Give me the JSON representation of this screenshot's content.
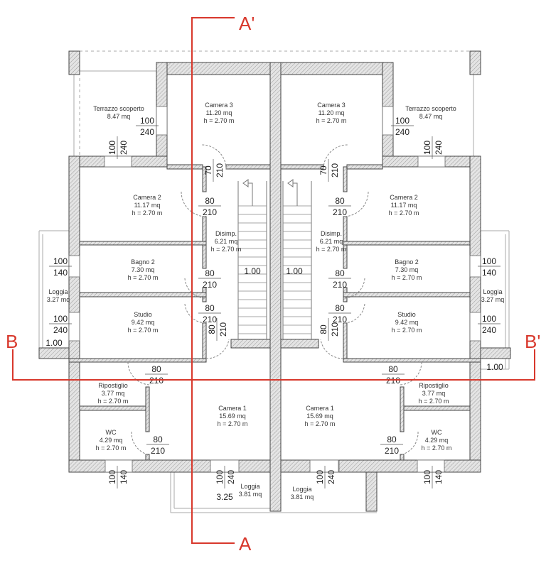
{
  "rooms": [
    {
      "name": "Terrazzo scoperto",
      "area": "8.47 mq",
      "height": ""
    },
    {
      "name": "Camera 3",
      "area": "11.20 mq",
      "height": "h = 2.70 m"
    },
    {
      "name": "Camera 2",
      "area": "11.17 mq",
      "height": "h = 2.70 m"
    },
    {
      "name": "Disimp.",
      "area": "6.21 mq",
      "height": "h = 2.70 m"
    },
    {
      "name": "Bagno 2",
      "area": "7.30 mq",
      "height": "h = 2.70 m"
    },
    {
      "name": "Loggia",
      "area": "3.27 mq",
      "height": ""
    },
    {
      "name": "Studio",
      "area": "9.42 mq",
      "height": "h = 2.70 m"
    },
    {
      "name": "Ripostiglio",
      "area": "3.77 mq",
      "height": "h = 2.70 m"
    },
    {
      "name": "WC",
      "area": "4.29 mq",
      "height": "h = 2.70 m"
    },
    {
      "name": "Camera 1",
      "area": "15.69 mq",
      "height": "h = 2.70 m"
    },
    {
      "name": "Loggia",
      "area": "3.81 mq",
      "height": ""
    },
    {
      "name": "Terrazzo scoperto",
      "area": "8.47 mq",
      "height": ""
    },
    {
      "name": "Camera 3",
      "area": "11.20 mq",
      "height": "h = 2.70 m"
    },
    {
      "name": "Camera 2",
      "area": "11.17 mq",
      "height": "h = 2.70 m"
    },
    {
      "name": "Disimp.",
      "area": "6.21 mq",
      "height": "h = 2.70 m"
    },
    {
      "name": "Bagno 2",
      "area": "7.30 mq",
      "height": "h = 2.70 m"
    },
    {
      "name": "Loggia",
      "area": "3.27 mq",
      "height": ""
    },
    {
      "name": "Studio",
      "area": "9.42 mq",
      "height": "h = 2.70 m"
    },
    {
      "name": "Ripostiglio",
      "area": "3.77 mq",
      "height": "h = 2.70 m"
    },
    {
      "name": "WC",
      "area": "4.29 mq",
      "height": "h = 2.70 m"
    },
    {
      "name": "Camera 1",
      "area": "15.69 mq",
      "height": "h = 2.70 m"
    },
    {
      "name": "Loggia",
      "area": "3.81 mq",
      "height": ""
    }
  ],
  "openings": [
    {
      "w": "100",
      "h": "240"
    },
    {
      "w": "100",
      "h": "240"
    },
    {
      "w": "70",
      "h": "210"
    },
    {
      "w": "80",
      "h": "210"
    },
    {
      "w": "100",
      "h": "140"
    },
    {
      "w": "80",
      "h": "210"
    },
    {
      "w": "80",
      "h": "210"
    },
    {
      "w": "100",
      "h": "240"
    },
    {
      "w": "80",
      "h": "210"
    },
    {
      "w": "80",
      "h": "210"
    },
    {
      "w": "80",
      "h": "210"
    },
    {
      "w": "100",
      "h": "140"
    },
    {
      "w": "100",
      "h": "240"
    }
  ],
  "measures": {
    "stair_left": "1.00",
    "stair_right": "1.00",
    "loggia_left": "1.00",
    "loggia_right": "1.00",
    "loggia_bottom": "3.25"
  },
  "sections": {
    "a_top": "A'",
    "a_bottom": "A",
    "b_left": "B",
    "b_right": "B'"
  },
  "colors": {
    "section_line": "#d8382c",
    "wall_stroke": "#444444"
  }
}
